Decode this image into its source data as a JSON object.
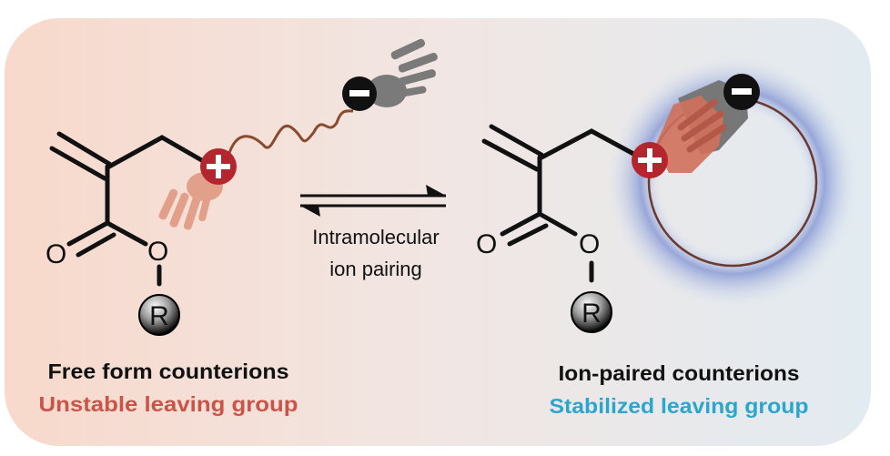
{
  "left": {
    "title": "Free form counterions",
    "subtitle": "Unstable leaving group",
    "subtitle_color": "#c9544a",
    "r_group": "R",
    "oxygen_label": "O"
  },
  "right": {
    "title": "Ion-paired counterions",
    "subtitle": "Stabilized leaving group",
    "subtitle_color": "#2ba6cc",
    "r_group": "R",
    "oxygen_label": "O"
  },
  "equilibrium": {
    "line1": "Intramolecular",
    "line2": "ion pairing"
  },
  "colors": {
    "cation": "#b3262e",
    "anion": "#111111",
    "tether": "#8a4a2c",
    "glow": "#7b8fd0"
  }
}
